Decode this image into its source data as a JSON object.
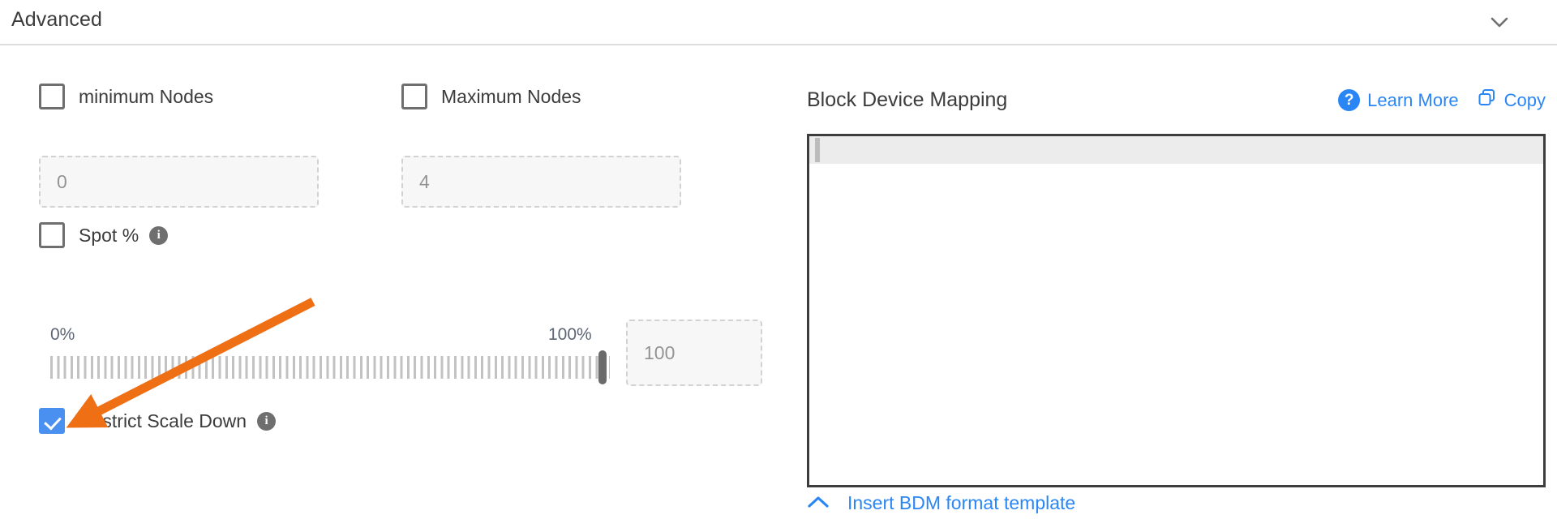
{
  "panel": {
    "title": "Advanced",
    "collapse_icon": "chevron-down-icon"
  },
  "left": {
    "min_nodes": {
      "label": "minimum Nodes",
      "checked": false,
      "input_placeholder": "0",
      "input_value": ""
    },
    "max_nodes": {
      "label": "Maximum Nodes",
      "checked": false,
      "input_placeholder": "4",
      "input_value": ""
    },
    "spot": {
      "label": "Spot %",
      "checked": false,
      "info_icon": "info-icon"
    },
    "slider": {
      "min_label": "0%",
      "max_label": "100%",
      "value": 100,
      "value_input_placeholder": "100"
    },
    "restrict_scale_down": {
      "label": "Restrict Scale Down",
      "checked": true,
      "info_icon": "info-icon"
    }
  },
  "right": {
    "title": "Block Device Mapping",
    "help_icon": "question-mark-icon",
    "learn_more_label": "Learn More",
    "copy_icon": "copy-icon",
    "copy_label": "Copy",
    "editor_content": "",
    "footer_icon": "chevron-up-icon",
    "footer_label": "Insert BDM format template"
  },
  "annotation": {
    "arrow_color": "#ef6f15",
    "points_to": "restrict-scale-down-checkbox"
  },
  "colors": {
    "accent_blue": "#2b86f5",
    "checkbox_checked": "#4a90f0",
    "text_primary": "#3c3c3c",
    "text_muted": "#949494",
    "slider_label": "#5d6676",
    "arrow_orange": "#ef6f15"
  }
}
